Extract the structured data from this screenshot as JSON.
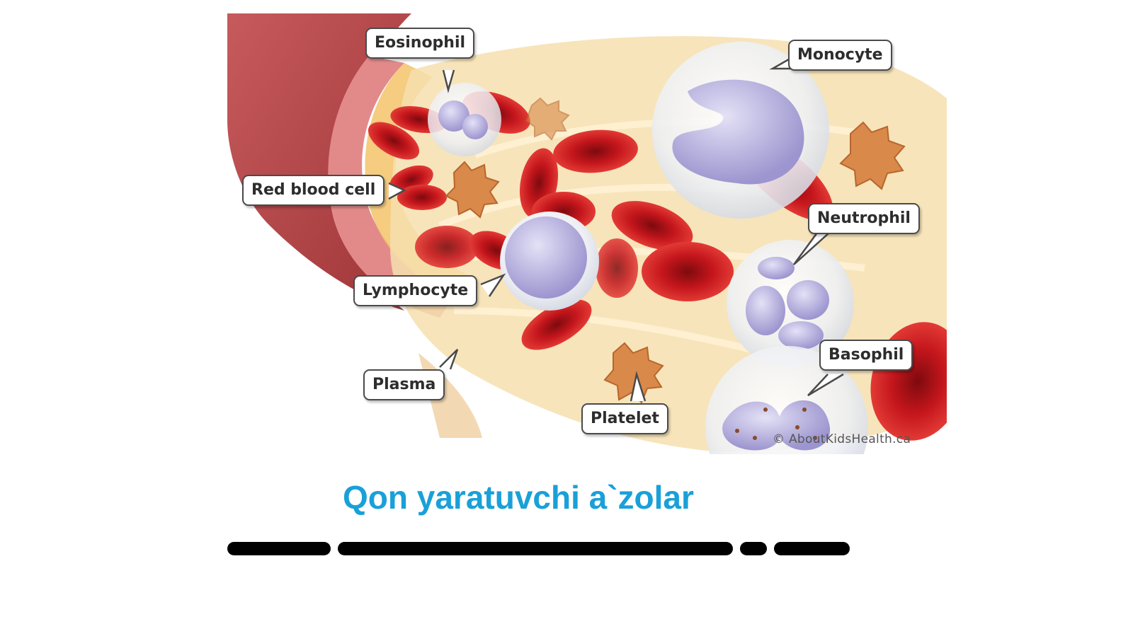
{
  "figure": {
    "labels": {
      "eosinophil": "Eosinophil",
      "monocyte": "Monocyte",
      "red_blood_cell": "Red blood cell",
      "neutrophil": "Neutrophil",
      "lymphocyte": "Lymphocyte",
      "basophil": "Basophil",
      "plasma": "Plasma",
      "platelet": "Platelet"
    },
    "credit": "© AboutKidsHealth.ca"
  },
  "title": "Qon yaratuvchi a`zolar",
  "colors": {
    "title": "#1aa0d8",
    "vessel": "#b9454a",
    "red_cell": "#c4161c",
    "white_cell": "#b7b2dc",
    "platelet": "#d9894a",
    "plasma": "#f6dfae"
  }
}
